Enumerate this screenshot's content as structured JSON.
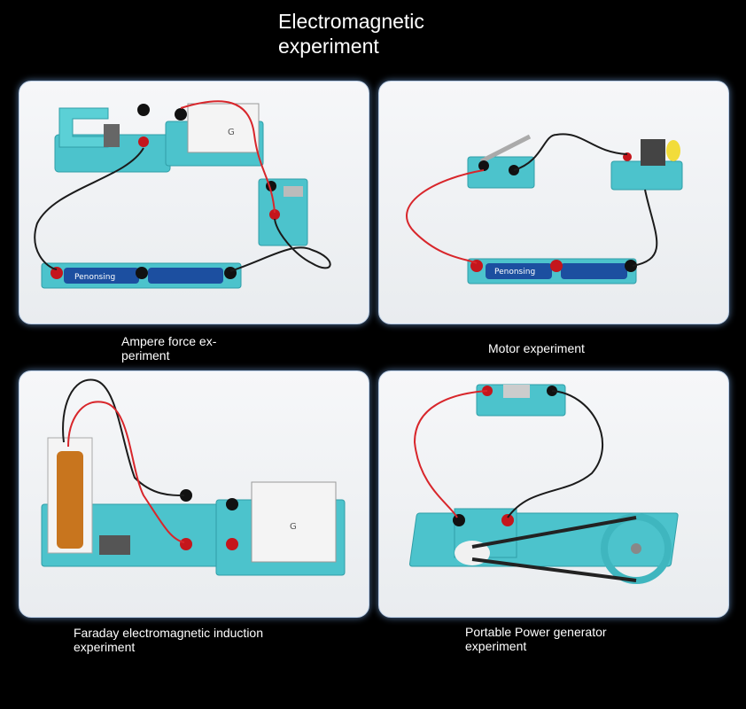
{
  "title": {
    "line1": "Electromagnetic",
    "line2": "experiment"
  },
  "panels": [
    {
      "caption": {
        "line1": "Ampere force ex-",
        "line2": "periment"
      },
      "battery_label": "Penonsing"
    },
    {
      "caption": {
        "line1": "Motor experiment",
        "line2": ""
      },
      "battery_label": "Penonsing"
    },
    {
      "caption": {
        "line1": "Faraday electromagnetic induction",
        "line2": "experiment"
      }
    },
    {
      "caption": {
        "line1": "Portable Power generator",
        "line2": "experiment"
      }
    }
  ],
  "colors": {
    "base_teal": "#4cc3cc",
    "wire_red": "#d8262b",
    "wire_black": "#1b1b1b",
    "terminal_red": "#c4161c"
  },
  "meter_label": "G"
}
